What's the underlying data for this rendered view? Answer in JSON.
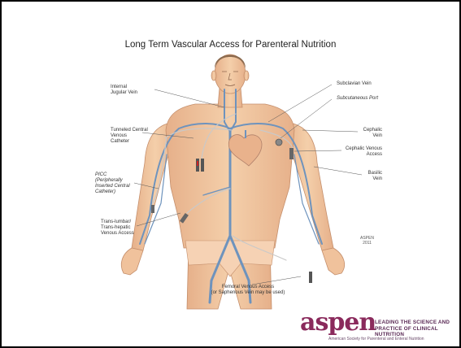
{
  "title": "Long Term Vascular Access for Parenteral Nutrition",
  "labels": {
    "internal_jugular": "Internal\nJugular Vein",
    "tunneled_cvc": "Tunneled Central\nVenous\nCatheter",
    "picc": "PICC\n(Peripherally\nInserted Central\nCatheter)",
    "translumbar": "Trans-lumbar/\nTrans-hepatic\nVenous Access",
    "subclavian": "Subclavian Vein",
    "subcutaneous_port": "Subcutaneous Port",
    "cephalic_vein": "Cephalic\nVein",
    "cephalic_access": "Cephalic Venous\nAccess",
    "basilic": "Basilic\nVein",
    "femoral": "Femoral Venous Access\n(or Saphenous Vein may be used)"
  },
  "signature": "ASPEN\n2011",
  "logo": {
    "wordmark": "aspen",
    "tagline_1": "LEADING THE SCIENCE AND",
    "tagline_2": "PRACTICE OF CLINICAL NUTRITION",
    "subtitle": "American Society for Parenteral and Enteral Nutrition"
  },
  "colors": {
    "skin": "#f2c9a2",
    "skin_shade": "#e2aa84",
    "vein": "#6e93bd",
    "catheter": "#c9c9c9",
    "logo": "#8a2a5c"
  }
}
